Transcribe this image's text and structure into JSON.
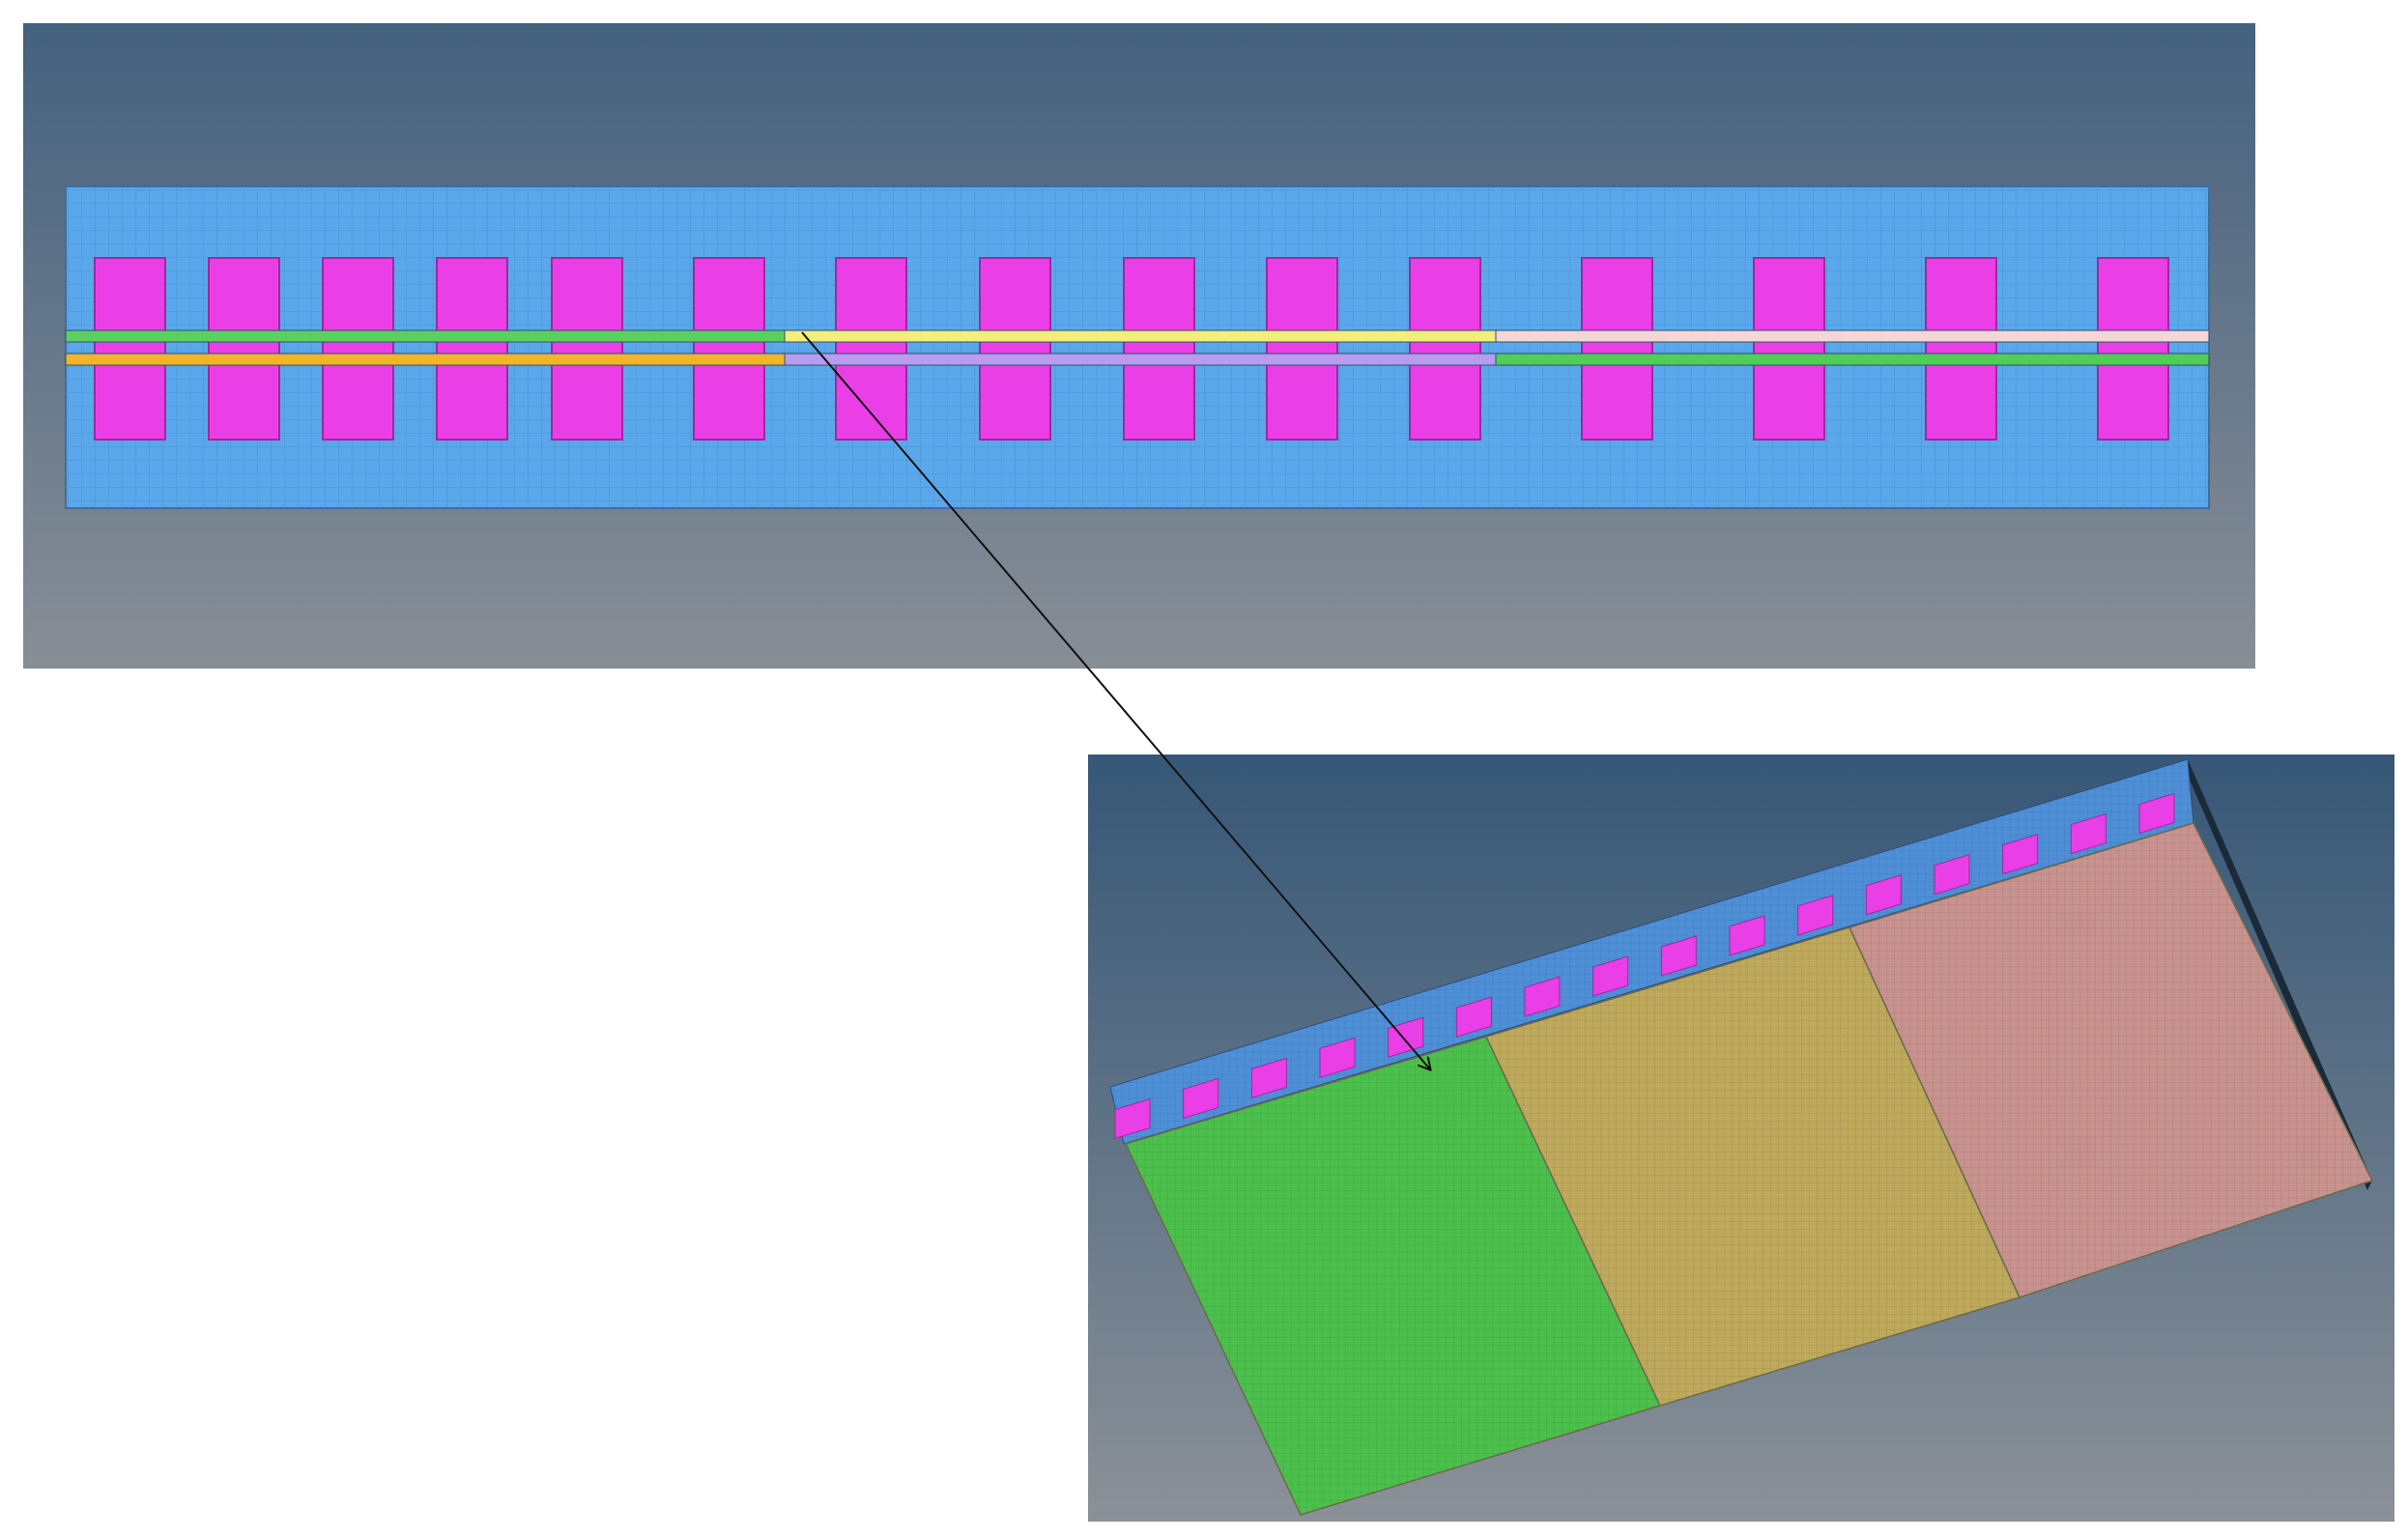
{
  "colors": {
    "background_top": "#44617f",
    "background_bottom": "#888e96",
    "zoom_background_top": "#365777",
    "zoom_background_bottom": "#8b9198",
    "substrate": "#5ba7ec",
    "substrate_grid": "#4a90d0",
    "pad": "#ea3fe6",
    "pad_stroke": "#9b2a9d",
    "upper_strip": [
      "#5cd05f",
      "#f3ee7a",
      "#f4d6d6"
    ],
    "lower_strip": [
      "#f2b52a",
      "#b79cf0",
      "#4fcf55"
    ],
    "zoom_substrate": "#4e8fd7",
    "zoom_panels": [
      "#4cc04c",
      "#bea95c",
      "#c8928e"
    ],
    "zoom_side": "#1b2a38",
    "arrow": "#111111"
  },
  "layout_meta": {
    "top_pad_count": 15,
    "zoom_pad_count": 16,
    "zoom_panel_count": 3
  }
}
